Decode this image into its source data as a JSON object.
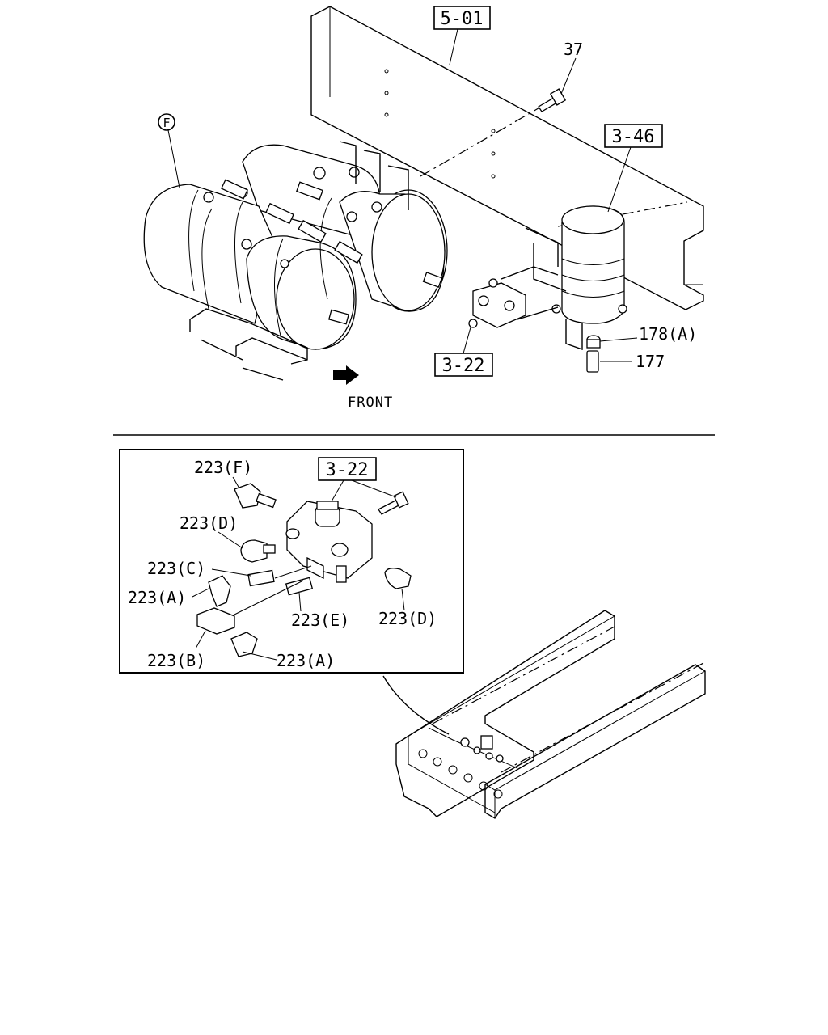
{
  "labels": {
    "ref_5_01": "5-01",
    "ref_3_46": "3-46",
    "ref_3_22_top": "3-22",
    "ref_3_22_inset": "3-22",
    "part_37": "37",
    "part_178a": "178(A)",
    "part_177": "177",
    "part_f_circle": "F",
    "front": "FRONT",
    "p223f": "223(F)",
    "p223d_left": "223(D)",
    "p223c": "223(C)",
    "p223a_left": "223(A)",
    "p223e": "223(E)",
    "p223d_right": "223(D)",
    "p223b": "223(B)",
    "p223a_bottom": "223(A)"
  }
}
